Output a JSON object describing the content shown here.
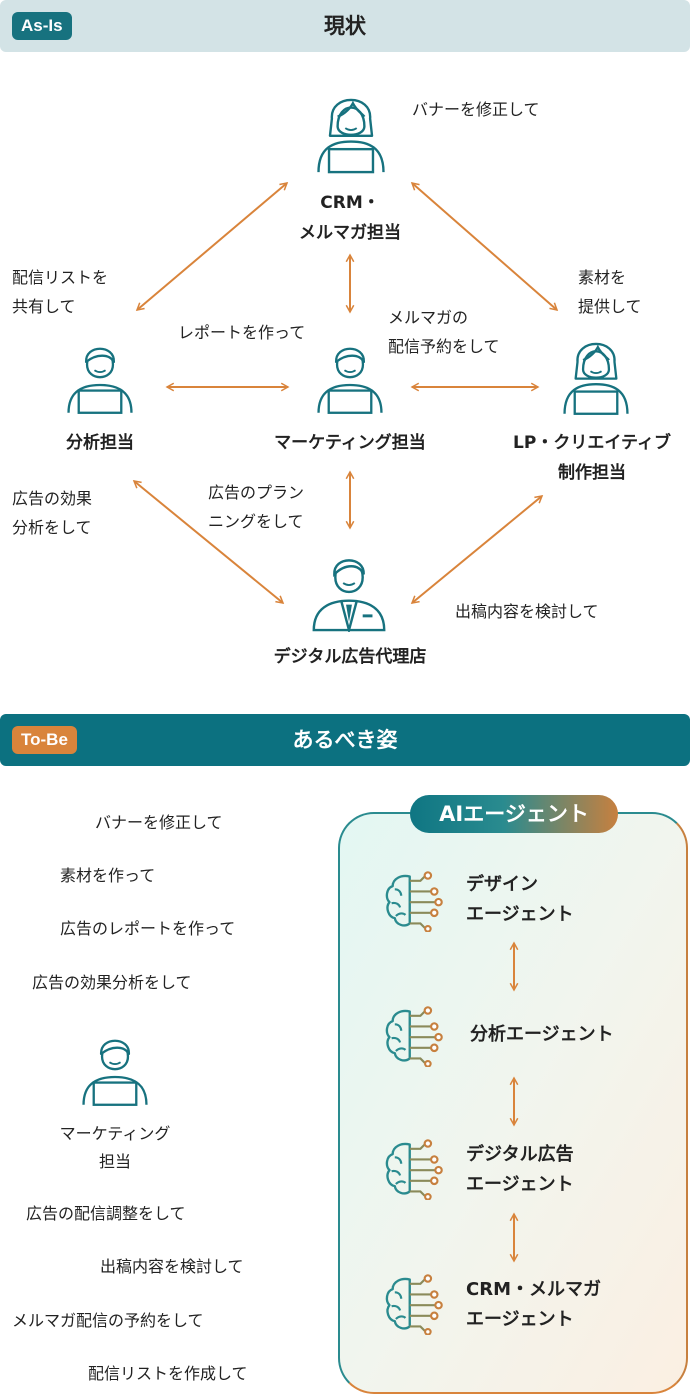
{
  "as_is": {
    "tag": "As-Is",
    "title": "現状",
    "nodes": {
      "crm": "CRM・\nメルマガ担当",
      "analysis": "分析担当",
      "marketing": "マーケティング担当",
      "lp": "LP・クリエイティブ\n制作担当",
      "agency": "デジタル広告代理店"
    },
    "labels": {
      "banner": "バナーを修正して",
      "share_list": "配信リストを\n共有して",
      "materials": "素材を\n提供して",
      "report": "レポートを作って",
      "mail_schedule": "メルマガの\n配信予約をして",
      "ad_effect": "広告の効果\n分析をして",
      "ad_planning": "広告のプラン\nニングをして",
      "placement": "出稿内容を検討して"
    }
  },
  "to_be": {
    "tag": "To-Be",
    "title": "あるべき姿",
    "tasks": [
      "バナーを修正して",
      "素材を作って",
      "広告のレポートを作って",
      "広告の効果分析をして",
      "広告の配信調整をして",
      "出稿内容を検討して",
      "メルマガ配信の予約をして",
      "配信リストを作成して"
    ],
    "person_label": "マーケティング\n担当",
    "ai_title": "AIエージェント",
    "agents": [
      "デザイン\nエージェント",
      "分析エージェント",
      "デジタル広告\nエージェント",
      "CRM・メルマガ\nエージェント"
    ]
  },
  "colors": {
    "teal": "#17727f",
    "orange": "#d9843b",
    "header_light": "#d3e3e6",
    "header_dark": "#0c7180"
  }
}
